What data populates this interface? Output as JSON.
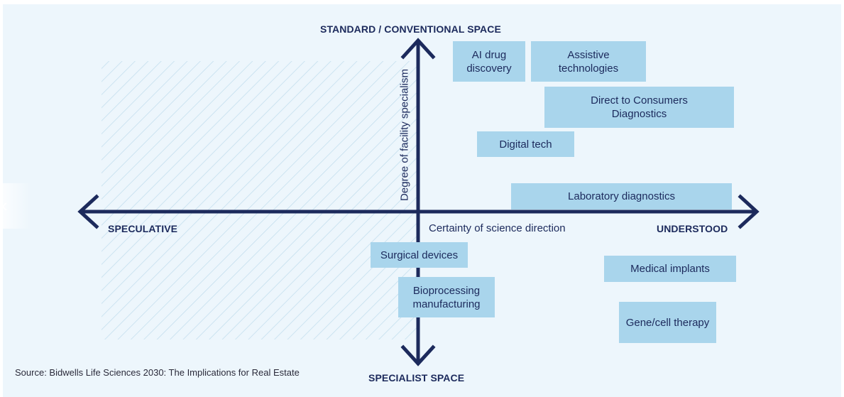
{
  "axes": {
    "top": "STANDARD / CONVENTIONAL SPACE",
    "bottom": "SPECIALIST SPACE",
    "left": "SPECULATIVE",
    "right": "UNDERSTOOD",
    "horizontal_title": "Certainty of science direction",
    "vertical_title": "Degree of facility specialism"
  },
  "items": [
    {
      "label": "AI drug\ndiscovery"
    },
    {
      "label": "Assistive\ntechnologies"
    },
    {
      "label": "Direct to Consumers\nDiagnostics"
    },
    {
      "label": "Digital tech"
    },
    {
      "label": "Laboratory diagnostics"
    },
    {
      "label": "Surgical devices"
    },
    {
      "label": "Bioprocessing\nmanufacturing"
    },
    {
      "label": "Medical implants"
    },
    {
      "label": "Gene/cell therapy"
    }
  ],
  "source": "Source: Bidwells Life Sciences 2030: The Implications for Real Estate",
  "colors": {
    "background": "#edf6fc",
    "axis": "#1c2a5c",
    "box_fill": "#a9d5ec",
    "hatch": "#c4dfee"
  }
}
